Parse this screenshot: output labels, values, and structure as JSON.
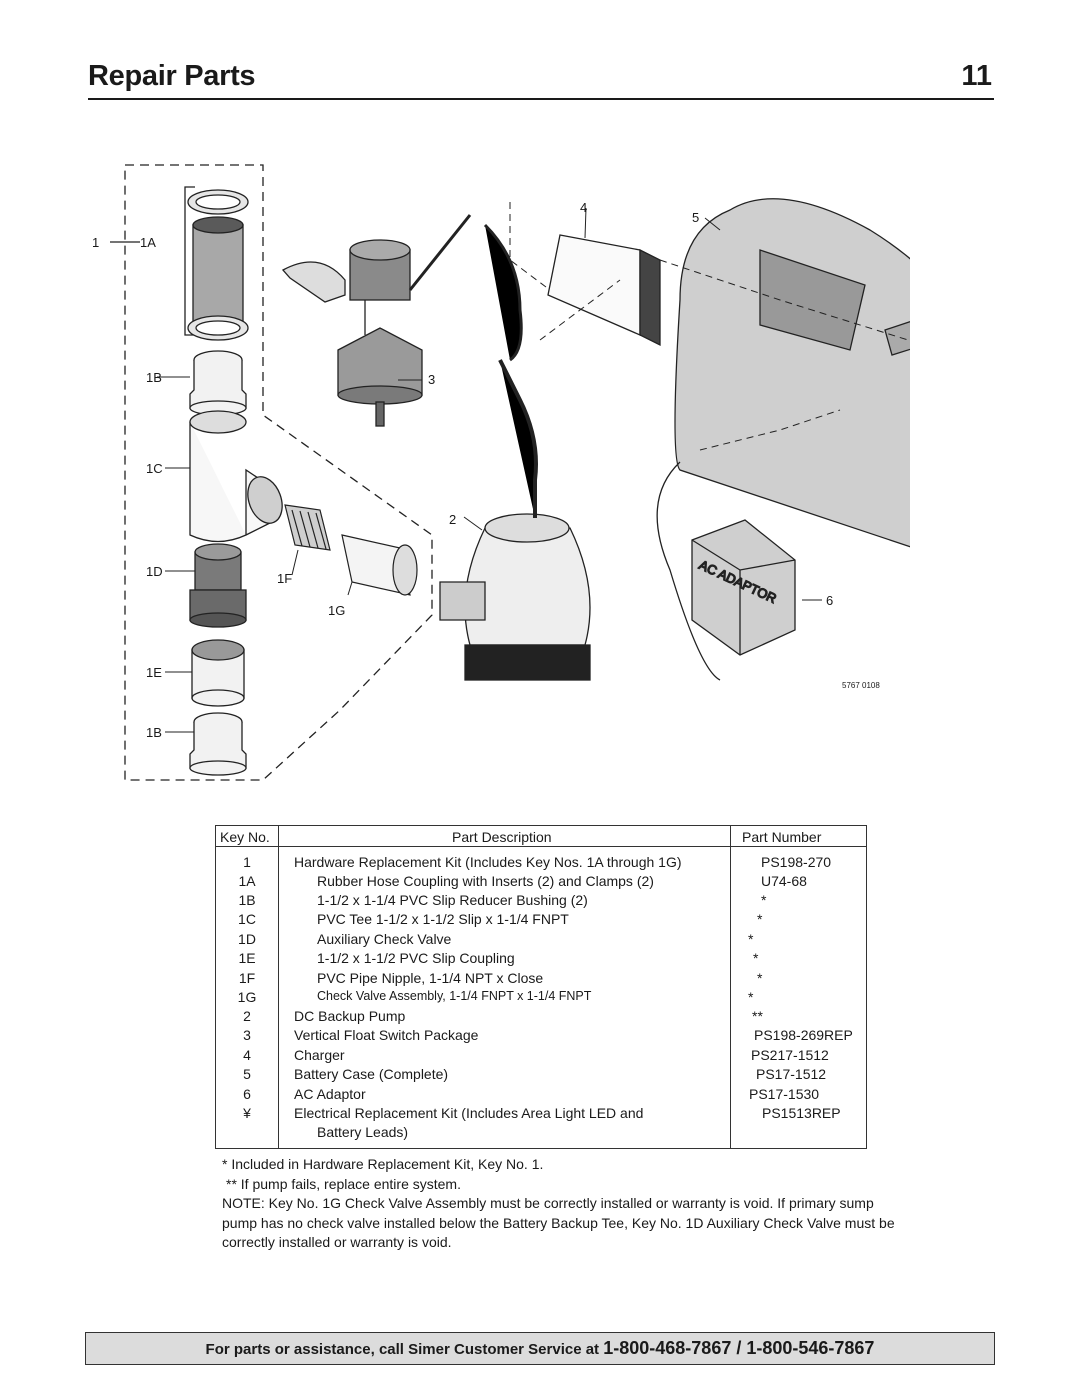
{
  "header": {
    "title": "Repair Parts",
    "page_number": "11"
  },
  "diagram": {
    "labels": {
      "k1": "1",
      "k1a": "1A",
      "k1b_top": "1B",
      "k1c": "1C",
      "k1d": "1D",
      "k1e": "1E",
      "k1b_bottom": "1B",
      "k1f": "1F",
      "k1g": "1G",
      "k2": "2",
      "k3": "3",
      "k4": "4",
      "k5": "5",
      "k6": "6"
    },
    "ref_code": "5767 0108",
    "adaptor_text": "AC ADAPTOR"
  },
  "table": {
    "headers": {
      "key": "Key No.",
      "description": "Part Description",
      "part_number": "Part Number"
    },
    "rows": [
      {
        "key": "1",
        "description": "Hardware Replacement Kit (Includes Key Nos. 1A through 1G)",
        "part_number": "PS198-270"
      },
      {
        "key": "1A",
        "description": "Rubber Hose Coupling with Inserts (2) and Clamps (2)",
        "part_number": "U74-68"
      },
      {
        "key": "1B",
        "description": "1-1/2 x 1-1/4 PVC Slip Reducer Bushing  (2)",
        "part_number": "*"
      },
      {
        "key": "1C",
        "description": "PVC Tee 1-1/2 x 1-1/2 Slip x 1-1/4 FNPT",
        "part_number": "*"
      },
      {
        "key": "1D",
        "description": "Auxiliary Check Valve",
        "part_number": "*"
      },
      {
        "key": "1E",
        "description": "1-1/2 x 1-1/2 PVC Slip Coupling",
        "part_number": "*"
      },
      {
        "key": "1F",
        "description": "PVC Pipe Nipple, 1-1/4 NPT x Close",
        "part_number": "*"
      },
      {
        "key": "1G",
        "description": "Check Valve Assembly, 1-1/4 FNPT x 1-1/4 FNPT",
        "part_number": "*"
      },
      {
        "key": "2",
        "description": "DC Backup Pump",
        "part_number": "**"
      },
      {
        "key": "3",
        "description": "Vertical Float Switch Package",
        "part_number": "PS198-269REP"
      },
      {
        "key": "4",
        "description": "Charger",
        "part_number": "PS217-1512"
      },
      {
        "key": "5",
        "description": "Battery Case (Complete)",
        "part_number": "PS17-1512"
      },
      {
        "key": "6",
        "description": "AC Adaptor",
        "part_number": "PS17-1530"
      },
      {
        "key": "¥",
        "description": "Electrical Replacement Kit (Includes Area Light LED and",
        "part_number": "PS1513REP"
      },
      {
        "key": "",
        "description": "Battery Leads)",
        "part_number": ""
      }
    ]
  },
  "notes": {
    "n1": "*   Included in Hardware Replacement Kit, Key No. 1.",
    "n2": "** If pump fails, replace entire system.",
    "n3": "NOTE: Key No. 1G Check Valve Assembly must be correctly installed or warranty is void. If primary sump pump has no check valve installed below the Battery Backup Tee, Key No. 1D Auxiliary Check Valve must be correctly installed or warranty is void."
  },
  "footer": {
    "text": "For parts or assistance, call Simer Customer Service at",
    "phone": "1-800-468-7867 / 1-800-546-7867"
  }
}
